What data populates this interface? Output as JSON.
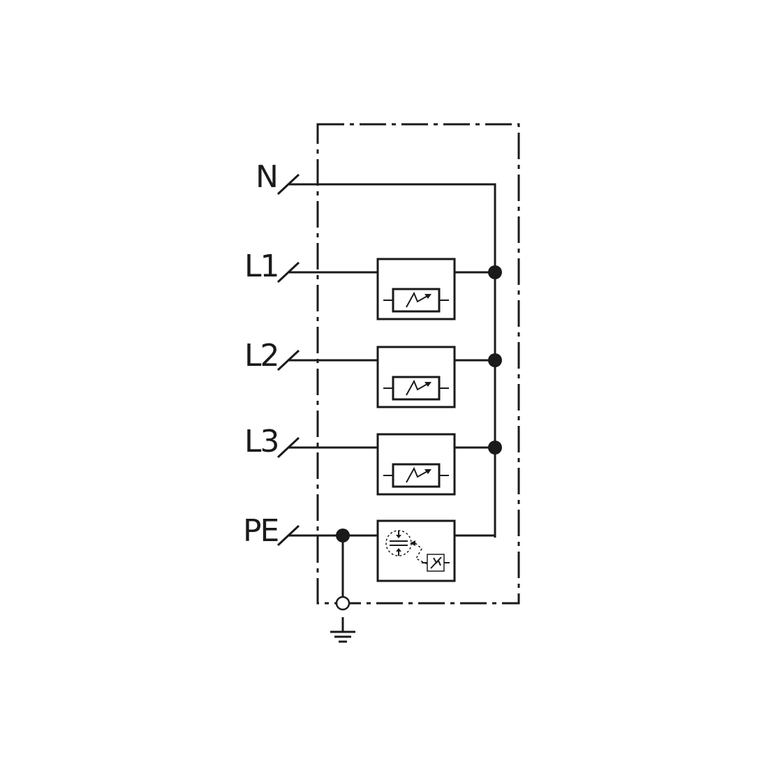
{
  "terminals": {
    "n": "N",
    "l1": "L1",
    "l2": "L2",
    "l3": "L3",
    "pe": "PE"
  },
  "icons": {
    "spd": "surge-arrester-icon",
    "gap": "spark-gap-icon",
    "ground": "ground-icon"
  },
  "colors": {
    "line": "#1a1a1a",
    "background": "#ffffff"
  }
}
